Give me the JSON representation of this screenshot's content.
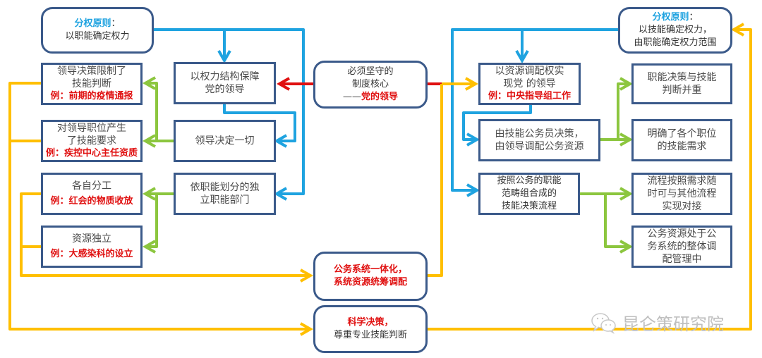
{
  "colors": {
    "border": "#3b5a8a",
    "blue": "#1fa3e0",
    "green": "#8cc63f",
    "orange": "#ffbf00",
    "red": "#e01010"
  },
  "center": {
    "line1": "必须坚守的",
    "line2": "制度核心",
    "prefix": "——",
    "highlight": "党的领导"
  },
  "left": {
    "principle": {
      "title": "分权原则",
      "colon": "：",
      "text": "以职能确定权力"
    },
    "structure": {
      "line1": "以权力结构保障",
      "line2": "党的领导"
    },
    "decide_all": {
      "line1": "领导决定一切"
    },
    "departments": {
      "line1": "依职能划分的独",
      "line2": "立职能部门"
    },
    "limits": {
      "line1": "领导决策限制了",
      "line2": "技能判断",
      "example": "例：前期的疫情通报"
    },
    "requirements": {
      "line1": "对领导职位产生",
      "line2": "了技能要求",
      "example": "例：疾控中心主任资质"
    },
    "division": {
      "line1": "各自分工",
      "example": "例：红会的物质收放"
    },
    "resources": {
      "line1": "资源独立",
      "example": "例：大感染科的设立"
    }
  },
  "right": {
    "principle": {
      "title": "分权原则",
      "colon": "：",
      "line1": "以技能确定权力，",
      "line2": "由职能确定权力范围"
    },
    "allocation": {
      "line1": "以资源调配权实",
      "line2": "现党 的领导",
      "example": "例：中央指导组工作"
    },
    "skill_decide": {
      "line1": "由技能公务员决策，",
      "line2": "由领导调配公务资源"
    },
    "process": {
      "line1": "按照公务的职能",
      "line2": "范畴组合成的",
      "line3": "技能决策流程"
    },
    "balance": {
      "line1": "职能决策与技能",
      "line2": "判断并重"
    },
    "clarify": {
      "line1": "明确了各个职位",
      "line2": "的技能需求"
    },
    "dock": {
      "line1": "流程按照需求随",
      "line2": "时可与其他流程",
      "line3": "实现对接"
    },
    "overall": {
      "line1": "公务资源处于公",
      "line2": "务系统的整体调",
      "line3": "配管理中"
    }
  },
  "bottom": {
    "integration": {
      "line1": "公务系统一体化，",
      "line2": "系统资源统筹调配"
    },
    "science": {
      "title": "科学决策，",
      "line2": "尊重专业技能判断"
    }
  },
  "watermark": {
    "icon": "wechat-icon",
    "text": "昆仑策研究院"
  }
}
